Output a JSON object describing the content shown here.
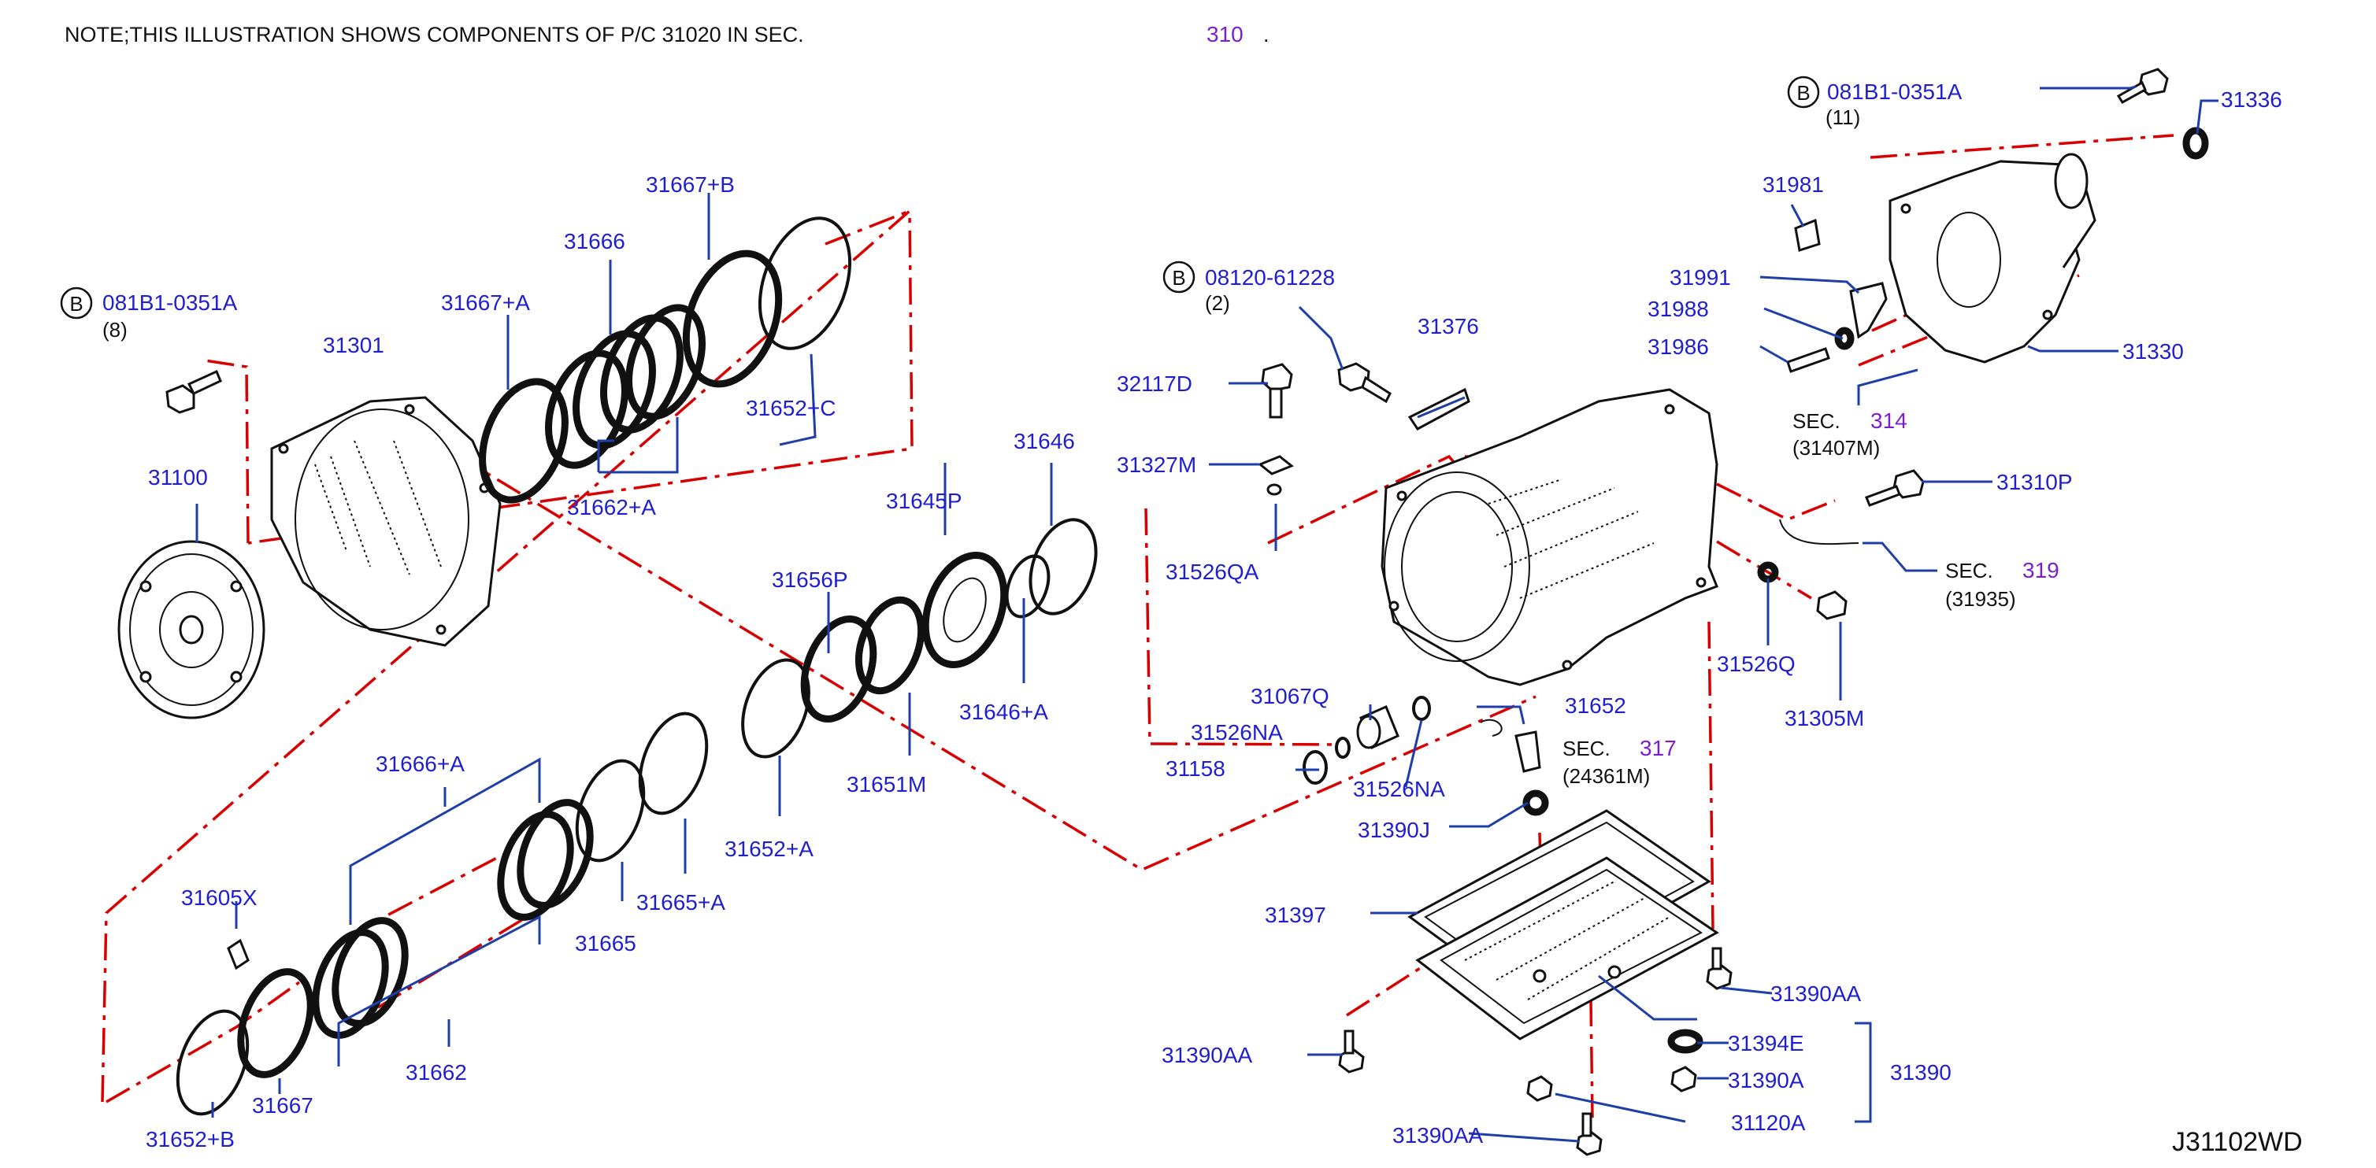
{
  "note": {
    "text": "NOTE;THIS   ILLUSTRATION   SHOWS   COMPONENTS   OF   P/C   31020   IN   SEC.",
    "sec_number": "310",
    "suffix": "."
  },
  "diagram_code": "J31102WD",
  "bolt_callouts": {
    "top_right": {
      "marker": "B",
      "part": "081B1-0351A",
      "qty": "(11)"
    },
    "middle": {
      "marker": "B",
      "part": "08120-61228",
      "qty": "(2)"
    },
    "left": {
      "marker": "B",
      "part": "081B1-0351A",
      "qty": "(8)"
    }
  },
  "section_refs": {
    "sec314": {
      "prefix": "SEC.",
      "number": "314",
      "code": "(31407M)"
    },
    "sec319": {
      "prefix": "SEC.",
      "number": "319",
      "code": "(31935)"
    },
    "sec317": {
      "prefix": "SEC.",
      "number": "317",
      "code": "(24361M)"
    }
  },
  "parts": {
    "p31336": "31336",
    "p31981": "31981",
    "p31991": "31991",
    "p31988": "31988",
    "p31986": "31986",
    "p31330": "31330",
    "p31376": "31376",
    "p32117D": "32117D",
    "p31327M": "31327M",
    "p31526QA": "31526QA",
    "p31310P": "31310P",
    "p31526Q": "31526Q",
    "p31305M": "31305M",
    "p31067Q": "31067Q",
    "p31526NA_a": "31526NA",
    "p31158": "31158",
    "p31526NA_b": "31526NA",
    "p31652": "31652",
    "p31390J": "31390J",
    "p31397": "31397",
    "p31390AA_a": "31390AA",
    "p31390AA_b": "31390AA",
    "p31390AA_c": "31390AA",
    "p31394E": "31394E",
    "p31390A": "31390A",
    "p31120A": "31120A",
    "p31390": "31390",
    "p31667B": "31667+B",
    "p31666": "31666",
    "p31667A": "31667+A",
    "p31301": "31301",
    "p31652C": "31652+C",
    "p31100": "31100",
    "p31662A": "31662+A",
    "p31646": "31646",
    "p31645P": "31645P",
    "p31656P": "31656P",
    "p31646A": "31646+A",
    "p31651M": "31651M",
    "p31666A": "31666+A",
    "p31652A": "31652+A",
    "p31665A": "31665+A",
    "p31605X": "31605X",
    "p31665": "31665",
    "p31662": "31662",
    "p31667": "31667",
    "p31652B": "31652+B"
  }
}
